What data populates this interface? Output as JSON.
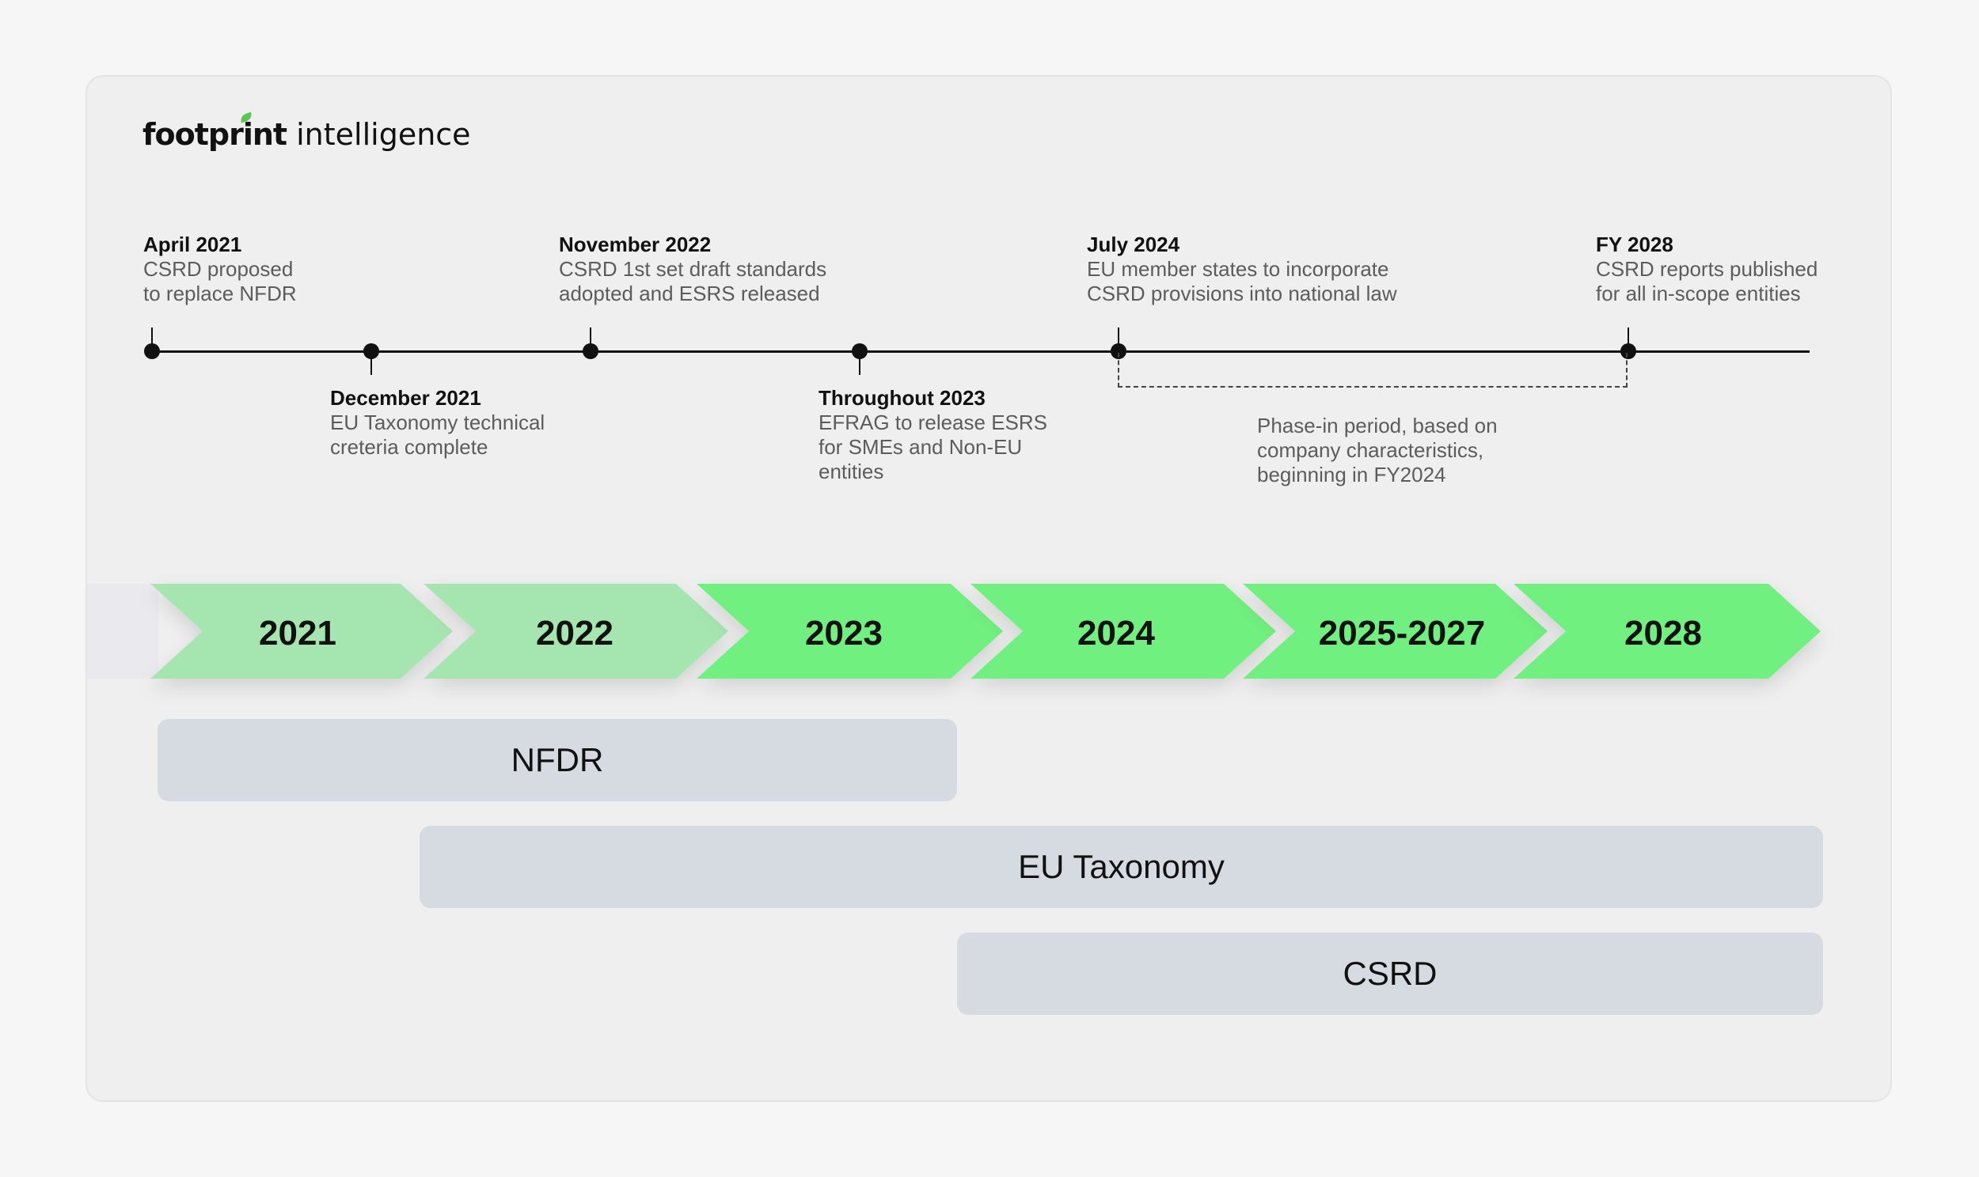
{
  "brand": {
    "bold": "footprint",
    "light": "intelligence"
  },
  "events_top": [
    {
      "title": "April 2021",
      "desc": "CSRD proposed\nto replace NFDR"
    },
    {
      "title": "November 2022",
      "desc": "CSRD 1st set draft standards\nadopted and ESRS released"
    },
    {
      "title": "July 2024",
      "desc": "EU member states to incorporate\nCSRD provisions into national law"
    },
    {
      "title": "FY 2028",
      "desc": "CSRD reports published\nfor all in-scope entities"
    }
  ],
  "events_bottom": [
    {
      "title": "December 2021",
      "desc": "EU Taxonomy technical\ncreteria complete"
    },
    {
      "title": "Throughout 2023",
      "desc": "EFRAG to release ESRS\nfor SMEs and Non-EU\nentities"
    }
  ],
  "phase_in_note": "Phase-in period, based on\ncompany characteristics,\nbeginning in FY2024",
  "years": [
    {
      "label": "2021",
      "state": "past"
    },
    {
      "label": "2022",
      "state": "past"
    },
    {
      "label": "2023",
      "state": "current"
    },
    {
      "label": "2024",
      "state": "current"
    },
    {
      "label": "2025-2027",
      "state": "current"
    },
    {
      "label": "2028",
      "state": "current"
    }
  ],
  "colors": {
    "past": "#a5e6b0",
    "current": "#6ff07e",
    "bar": "#d6dae1"
  },
  "frameworks": [
    {
      "label": "NFDR"
    },
    {
      "label": "EU Taxonomy"
    },
    {
      "label": "CSRD"
    }
  ]
}
